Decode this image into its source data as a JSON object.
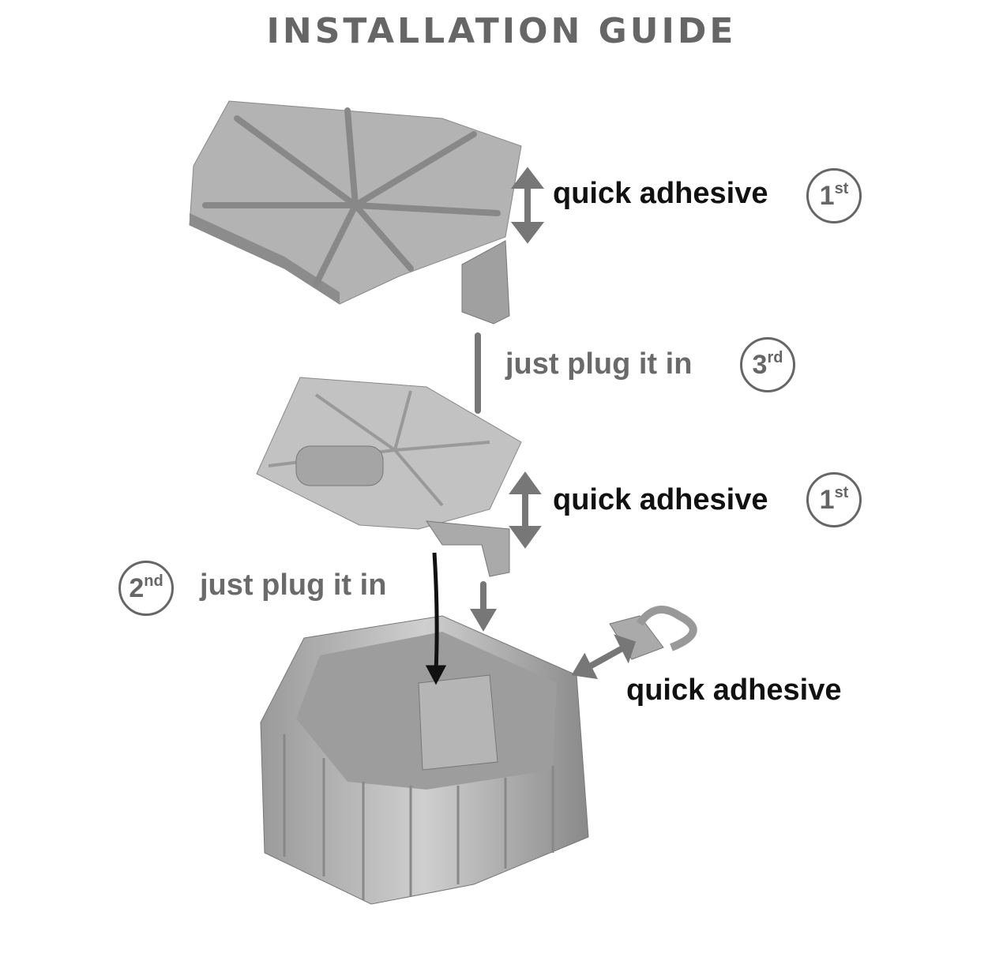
{
  "title": "INSTALLATION GUIDE",
  "steps": [
    {
      "label": "quick adhesive",
      "order_num": "1",
      "order_suffix": "st"
    },
    {
      "label": "just plug it in",
      "order_num": "3",
      "order_suffix": "rd"
    },
    {
      "label": "quick adhesive",
      "order_num": "1",
      "order_suffix": "st"
    },
    {
      "label": "just plug it in",
      "order_num": "2",
      "order_suffix": "nd"
    },
    {
      "label": "quick adhesive"
    }
  ],
  "colors": {
    "text_dark": "#111111",
    "text_gray": "#666666",
    "part": "#a9a9a9",
    "arrow": "#777777"
  }
}
